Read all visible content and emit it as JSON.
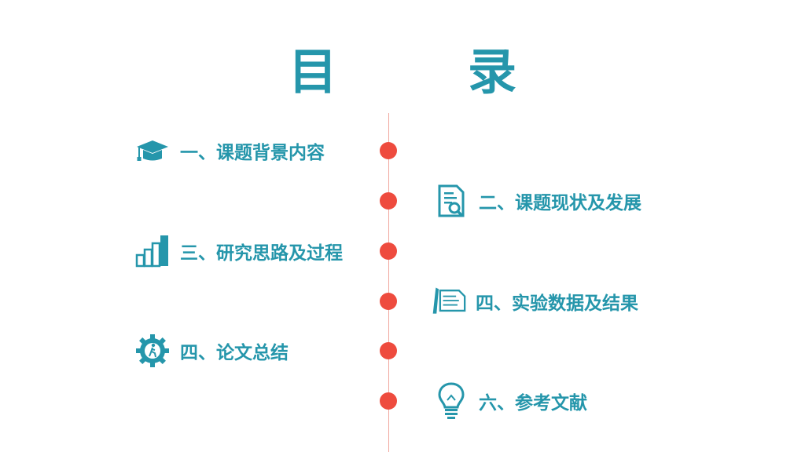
{
  "title": "目　录",
  "colors": {
    "accent": "#2596ab",
    "dot": "#ee4b3e",
    "line": "#f0a69c"
  },
  "items": [
    {
      "label": "一、课题背景内容",
      "icon": "graduation-cap-icon"
    },
    {
      "label": "二、课题现状及发展",
      "icon": "document-search-icon"
    },
    {
      "label": "三、研究思路及过程",
      "icon": "bar-chart-icon"
    },
    {
      "label": "四、实验数据及结果",
      "icon": "pen-paper-icon"
    },
    {
      "label": "四、论文总结",
      "icon": "gear-person-icon"
    },
    {
      "label": "六、参考文献",
      "icon": "lightbulb-icon"
    }
  ]
}
